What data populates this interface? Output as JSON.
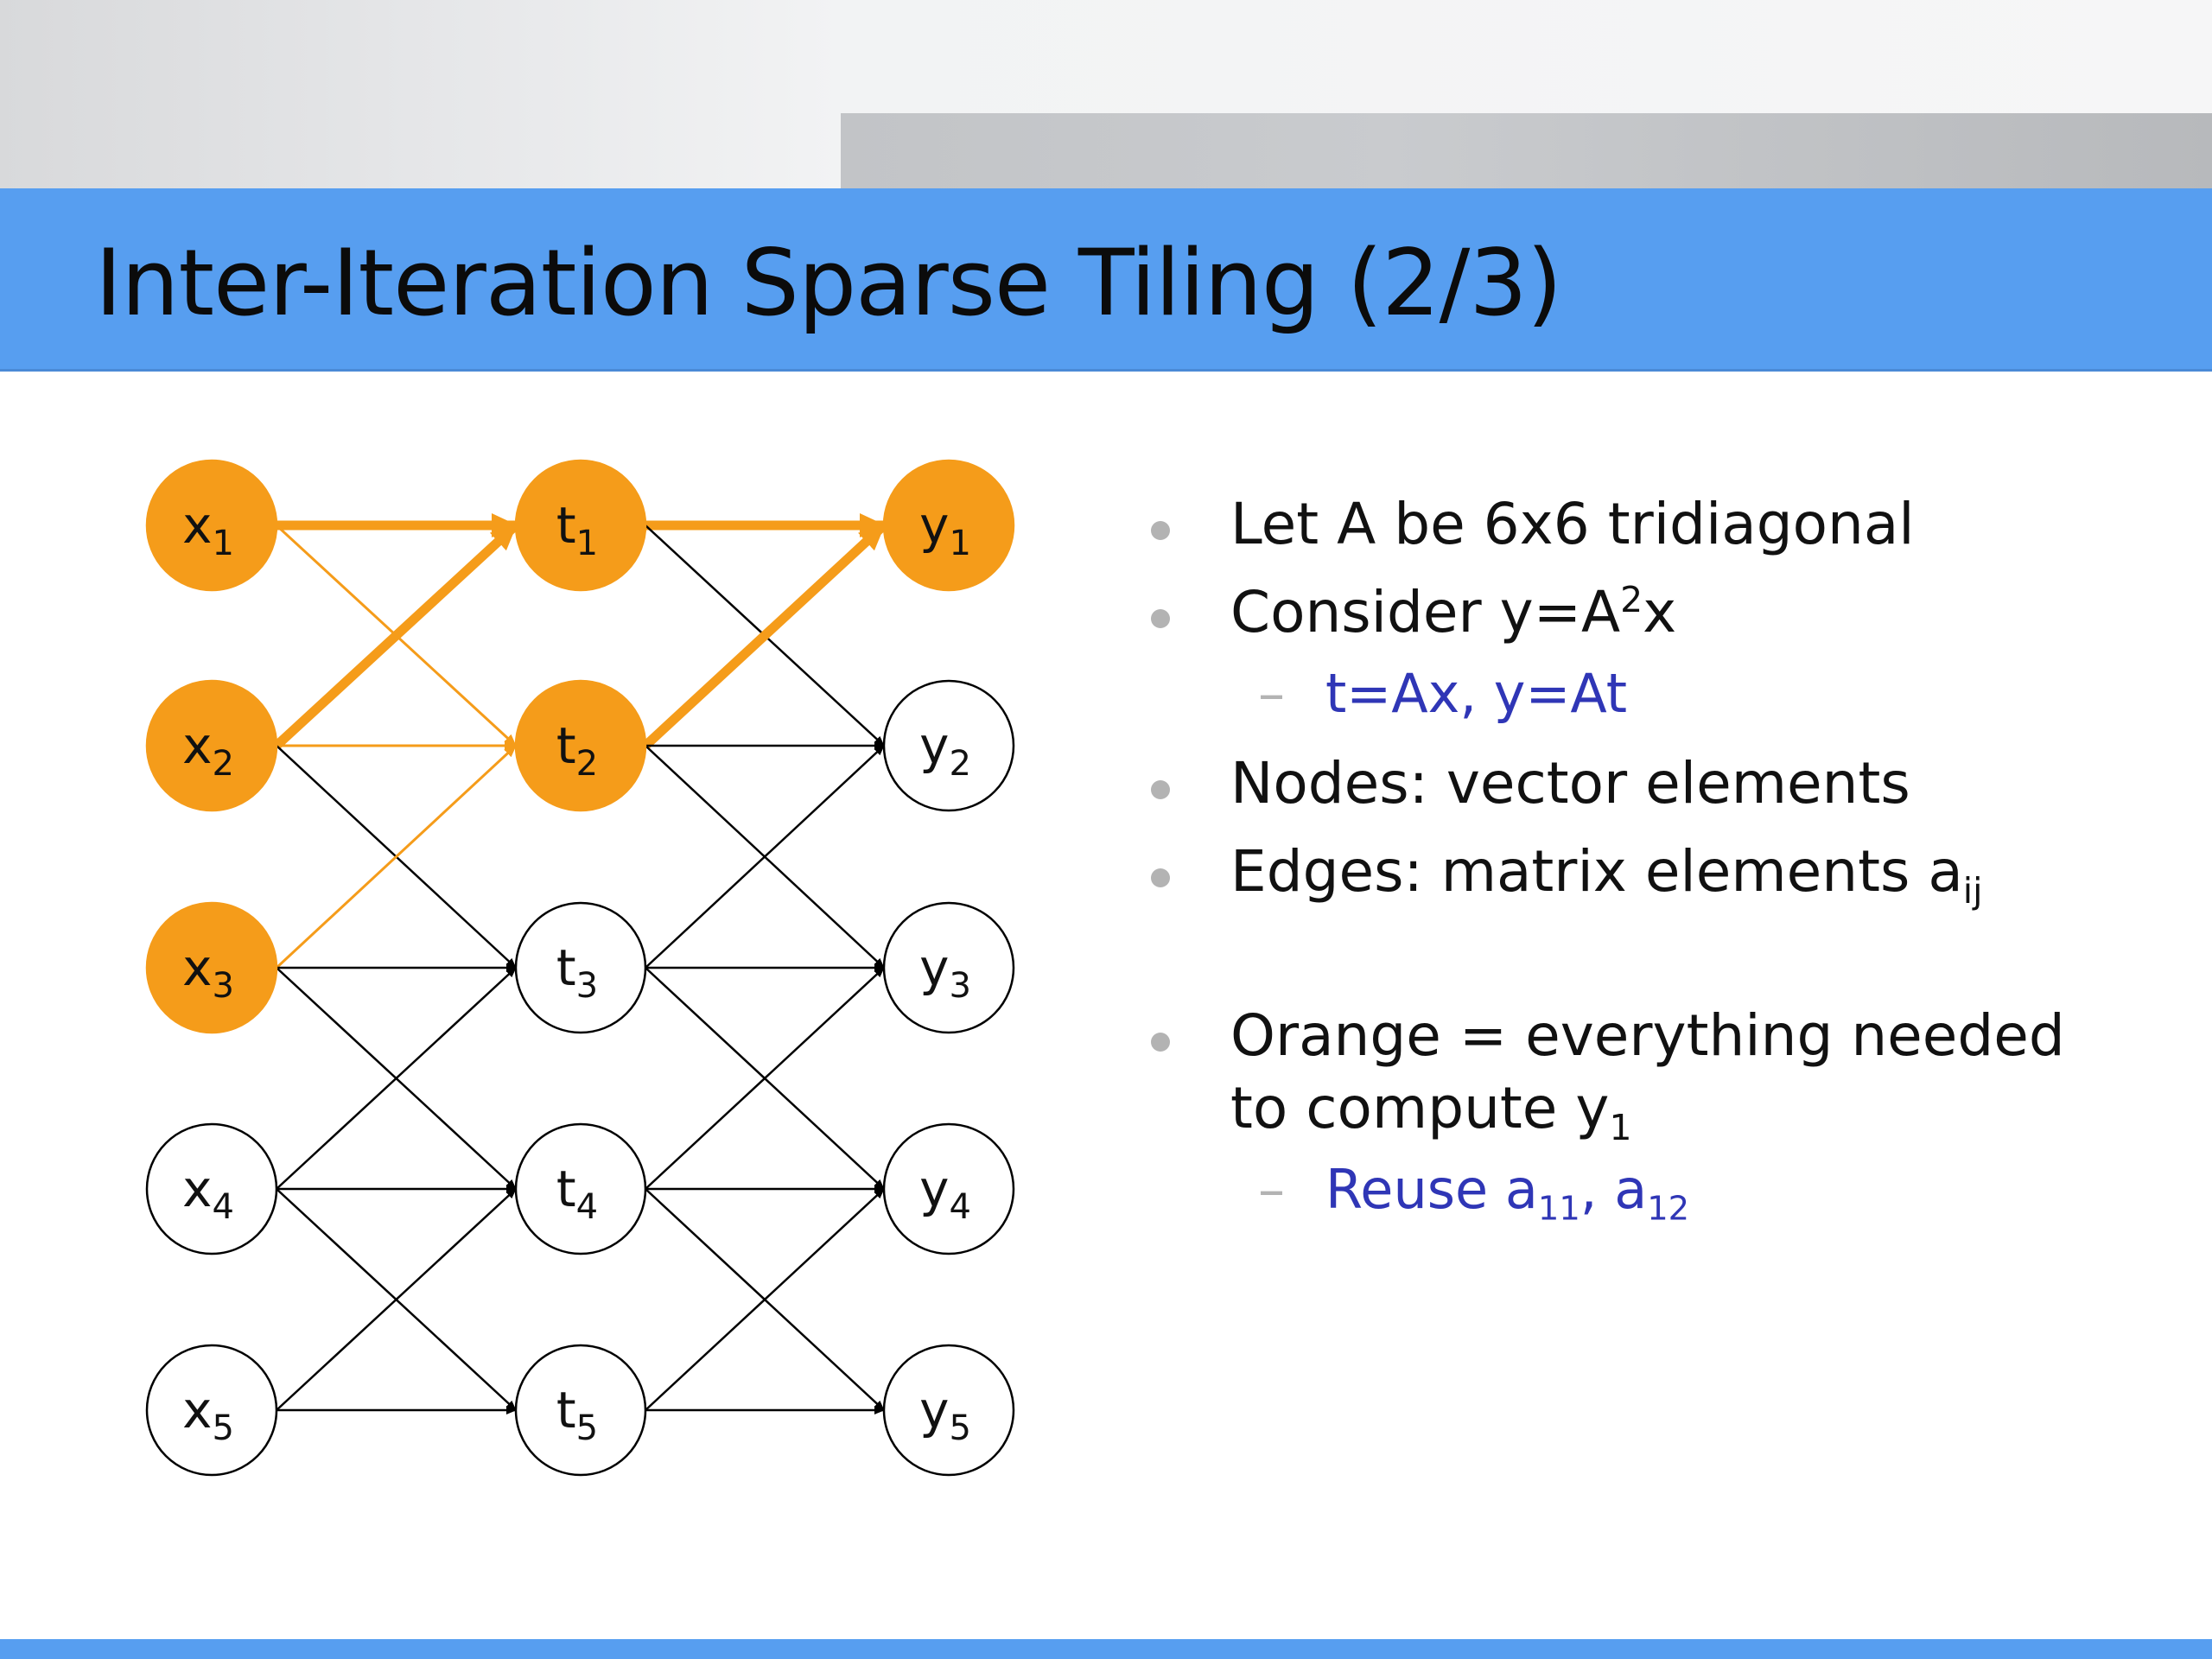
{
  "slide": {
    "title": "Inter-Iteration Sparse Tiling (2/3)"
  },
  "colors": {
    "accent_blue": "#579ef0",
    "highlight_orange": "#f59c1a",
    "sub_text_blue": "#2f36b6"
  },
  "diagram": {
    "nodes": {
      "x": [
        {
          "base": "x",
          "sub": "1",
          "highlighted": true
        },
        {
          "base": "x",
          "sub": "2",
          "highlighted": true
        },
        {
          "base": "x",
          "sub": "3",
          "highlighted": true
        },
        {
          "base": "x",
          "sub": "4",
          "highlighted": false
        },
        {
          "base": "x",
          "sub": "5",
          "highlighted": false
        }
      ],
      "t": [
        {
          "base": "t",
          "sub": "1",
          "highlighted": true
        },
        {
          "base": "t",
          "sub": "2",
          "highlighted": true
        },
        {
          "base": "t",
          "sub": "3",
          "highlighted": false
        },
        {
          "base": "t",
          "sub": "4",
          "highlighted": false
        },
        {
          "base": "t",
          "sub": "5",
          "highlighted": false
        }
      ],
      "y": [
        {
          "base": "y",
          "sub": "1",
          "highlighted": true
        },
        {
          "base": "y",
          "sub": "2",
          "highlighted": false
        },
        {
          "base": "y",
          "sub": "3",
          "highlighted": false
        },
        {
          "base": "y",
          "sub": "4",
          "highlighted": false
        },
        {
          "base": "y",
          "sub": "5",
          "highlighted": false
        }
      ]
    }
  },
  "bullets": {
    "b1": "Let A be 6x6 tridiagonal",
    "b2_pre": "Consider y=A",
    "b2_sup": "2",
    "b2_post": "x",
    "b2_sub": "t=Ax, y=At",
    "b3": "Nodes: vector elements",
    "b4_pre": "Edges: matrix elements a",
    "b4_sub": "ij",
    "b5_line1": "Orange = everything needed",
    "b5_line2_pre": "to compute y",
    "b5_line2_sub": "1",
    "b5_subbullet_pre": "Reuse a",
    "b5_subbullet_s1": "11",
    "b5_subbullet_mid": ", a",
    "b5_subbullet_s2": "12",
    "dash": "–"
  }
}
